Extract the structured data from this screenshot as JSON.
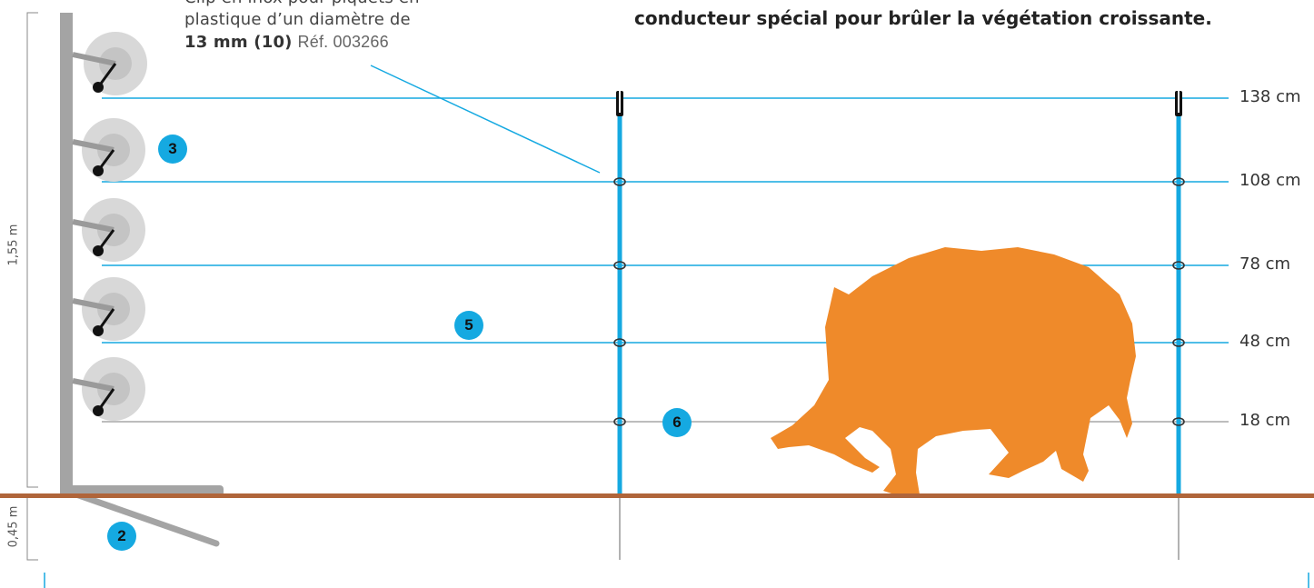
{
  "note": {
    "line1": "Clip en inox pour piquets en",
    "line2": "plastique d’un diamètre de",
    "line3_bold": "13 mm (10)",
    "line3_ref": "Réf. 003266"
  },
  "headline": "conducteur spécial pour brûler la végétation croissante.",
  "badges": {
    "b2": "2",
    "b3": "3",
    "b5": "5",
    "b6": "6"
  },
  "wire_heights": [
    "138 cm",
    "108 cm",
    "78 cm",
    "48 cm",
    "18 cm"
  ],
  "dimensions": {
    "above_ground": "1,55 m",
    "below_ground": "0,45 m"
  },
  "colors": {
    "wire": "#15a9e1",
    "ground_wire": "#a7a7a7",
    "post": "#15a9e1",
    "ground": "#b0653a",
    "animal": "#ef8a2a",
    "corner_post": "#a4a4a4",
    "insulator": "#d8d8d8"
  },
  "animal": "wild-boar-silhouette"
}
